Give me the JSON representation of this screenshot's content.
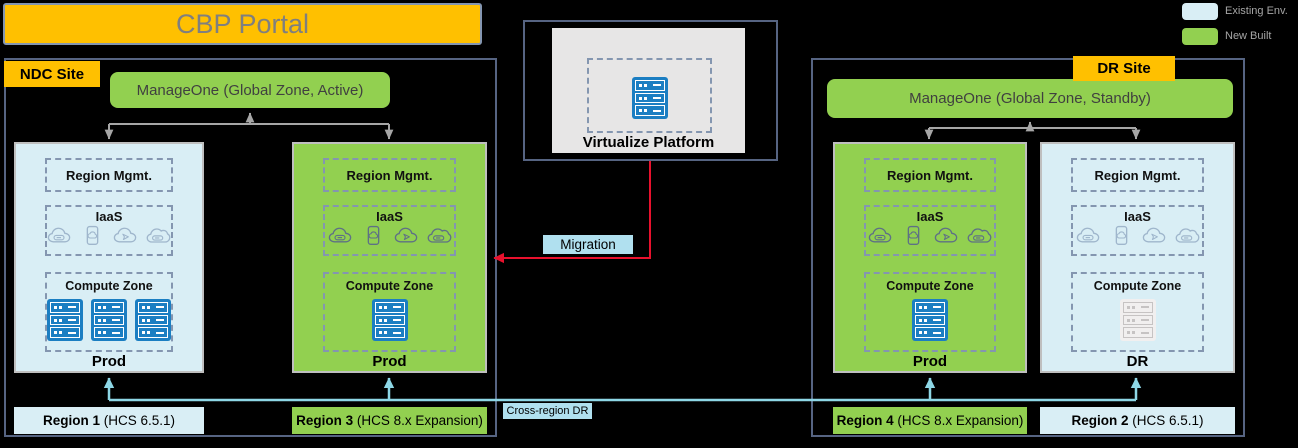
{
  "portal": {
    "title": "CBP Portal"
  },
  "legend": {
    "items": [
      {
        "label": "Existing Env.",
        "color": "#d9eef5"
      },
      {
        "label": "New Built",
        "color": "#92d050"
      }
    ]
  },
  "ndc": {
    "label": "NDC Site",
    "manageone": "ManageOne (Global Zone, Active)"
  },
  "dr": {
    "label": "DR Site",
    "manageone": "ManageOne (Global Zone, Standby)"
  },
  "platform": {
    "title": "Virtualize Platform",
    "servers": 1,
    "server_style": "blue"
  },
  "labels": {
    "migration": "Migration",
    "cross_region": "Cross-region DR"
  },
  "regions": [
    {
      "name": "region-1",
      "env_type": "existing",
      "mgmt": "Region Mgmt.",
      "iaas": "IaaS",
      "compute": "Compute Zone",
      "workload": "Prod",
      "servers": 3,
      "server_style": "blue",
      "footer_bold": "Region 1",
      "footer_rest": " (HCS 6.5.1)"
    },
    {
      "name": "region-3",
      "env_type": "new",
      "mgmt": "Region Mgmt.",
      "iaas": "IaaS",
      "compute": "Compute Zone",
      "workload": "Prod",
      "servers": 1,
      "server_style": "blue",
      "footer_bold": "Region 3",
      "footer_rest": " (HCS 8.x Expansion)"
    },
    {
      "name": "region-4",
      "env_type": "new",
      "mgmt": "Region Mgmt.",
      "iaas": "IaaS",
      "compute": "Compute Zone",
      "workload": "Prod",
      "servers": 1,
      "server_style": "blue",
      "footer_bold": "Region 4",
      "footer_rest": " (HCS 8.x Expansion)"
    },
    {
      "name": "region-2",
      "env_type": "existing",
      "mgmt": "Region Mgmt.",
      "iaas": "IaaS",
      "compute": "Compute Zone",
      "workload": "DR",
      "servers": 1,
      "server_style": "gray",
      "footer_bold": "Region 2",
      "footer_rest": " (HCS 6.5.1)"
    }
  ],
  "icons": {
    "iaas_set": [
      "cloud-vm-icon",
      "cloud-doc-icon",
      "cloud-send-icon",
      "cloud-storage-icon"
    ],
    "compute": "server-icon"
  },
  "colors": {
    "existing_env": "#d9eef5",
    "new_built": "#92d050",
    "accent_yellow": "#ffc000",
    "migration_red": "#e8112d",
    "dr_link_cyan": "#8ed7e6",
    "connector_gray": "#a6a6a6",
    "frame_border": "#566482",
    "server_blue": "#1b7ec2"
  }
}
